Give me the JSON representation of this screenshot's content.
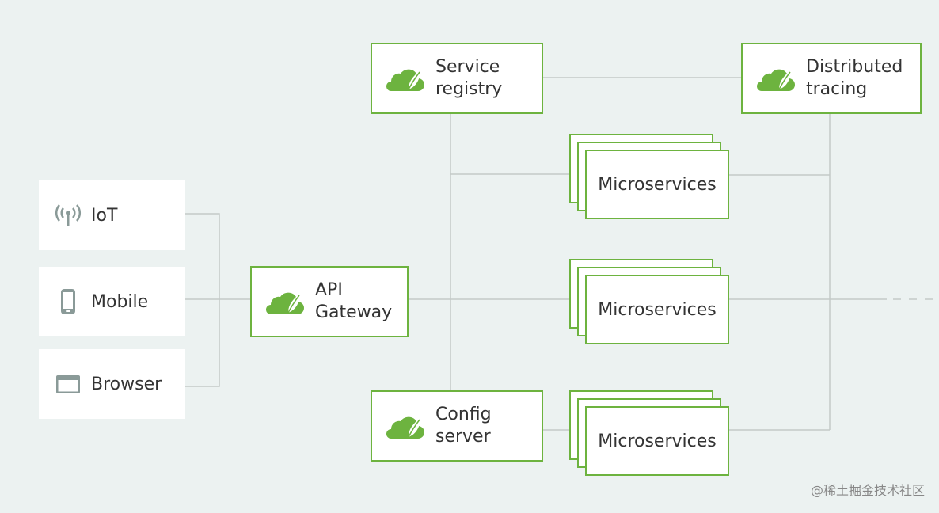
{
  "clients": [
    {
      "label": "IoT",
      "icon": "antenna-icon"
    },
    {
      "label": "Mobile",
      "icon": "mobile-phone-icon"
    },
    {
      "label": "Browser",
      "icon": "browser-window-icon"
    }
  ],
  "gateway": {
    "line1": "API",
    "line2": "Gateway"
  },
  "service_registry": {
    "line1": "Service",
    "line2": "registry"
  },
  "config_server": {
    "line1": "Config",
    "line2": "server"
  },
  "distributed_tracing": {
    "line1": "Distributed",
    "line2": "tracing"
  },
  "microservices": [
    "Microservices",
    "Microservices",
    "Microservices"
  ],
  "watermark": "@稀土掘金技术社区",
  "colors": {
    "background": "#ecf2f1",
    "accent": "#6db33f",
    "connector": "#c4c9c8",
    "icon": "#8a9a98"
  }
}
